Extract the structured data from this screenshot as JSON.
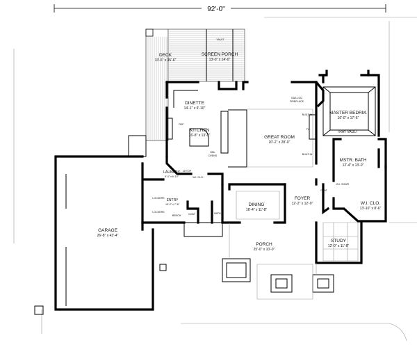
{
  "overall_dimension": "92'-0\"",
  "rooms": {
    "deck": {
      "name": "DECK",
      "size": "13'-6\" x 35'-6\""
    },
    "screen_porch": {
      "name": "SCREEN PORCH",
      "size": "13'-0\" x 14'-0\"",
      "note": "VAULT"
    },
    "dinette": {
      "name": "DINETTE",
      "size": "14'-1\" x 9'-10\""
    },
    "kitchen": {
      "name": "KITCHEN",
      "size": "16'-8\" x 13'-2\""
    },
    "great_room": {
      "name": "GREAT ROOM",
      "size": "20'-2\" x 28'-0\""
    },
    "master_bedroom": {
      "name": "MASTER BEDRM.",
      "size": "16'-0\" x 17'-6\"",
      "note": "TRAY VAULT"
    },
    "master_bath": {
      "name": "MSTR. BATH",
      "size": "12'-4\" x 13'-0\""
    },
    "master_closet": {
      "name": "W.I. CLO.",
      "size": "13'-10\" x 8'-6\""
    },
    "laundry": {
      "name": "LAUNDRY",
      "size": "9'-4\" x 6'-10\""
    },
    "entry": {
      "name": "ENTRY",
      "size": "15'-2\" x 7'-8\""
    },
    "dining": {
      "name": "DINING",
      "size": "16'-4\" x 11'-8\""
    },
    "foyer": {
      "name": "FOYER",
      "size": "12'-2\" x 12'-0\""
    },
    "study": {
      "name": "STUDY",
      "size": "12'-0\" x 11'-8\""
    },
    "porch": {
      "name": "PORCH",
      "size": "25'-0\" x 10'-0\""
    },
    "garage": {
      "name": "GARAGE",
      "size": "26'-8\" x 43'-4\""
    }
  },
  "labels": {
    "fireplace_1": "GAS LOG",
    "fireplace_2": "FIREPLACE",
    "built_in_1": "BUILT-IN",
    "built_in_2": "BUILT-IN",
    "tv": "TV",
    "ref": "REF",
    "dbl_ovens_1": "DBL",
    "dbl_ovens_2": "OVENS",
    "cooktop": "CKTOP",
    "wi_clo_small": "W.I. CLO.",
    "lockers_1": "LOCKERS",
    "lockers_2": "LOCKERS",
    "bench": "BENCH",
    "coat_entry": "COAT",
    "bath": "BATH",
    "coat_foyer": "COAT",
    "wi_shower": "W.I. SHWR"
  }
}
